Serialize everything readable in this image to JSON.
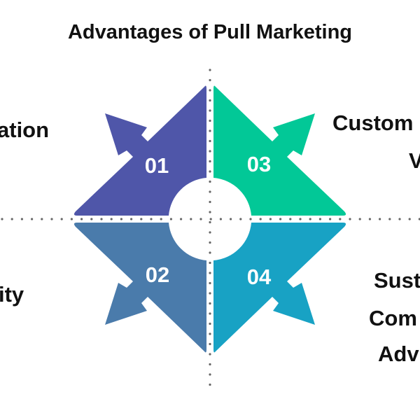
{
  "title": "Advantages of Pull Marketing",
  "quadrants": [
    {
      "number": "01",
      "color": "#4f56a9"
    },
    {
      "number": "02",
      "color": "#4a7bab"
    },
    {
      "number": "03",
      "color": "#02c897"
    },
    {
      "number": "04",
      "color": "#18a2c4"
    }
  ],
  "labels": {
    "top_left": "ation",
    "top_right_line1": "Custom",
    "top_right_line2": "V",
    "bottom_left": "ity",
    "bottom_right_line1": "Sust",
    "bottom_right_line2": "Com",
    "bottom_right_line3": "Adv"
  },
  "dotted_line_color": "#666666"
}
